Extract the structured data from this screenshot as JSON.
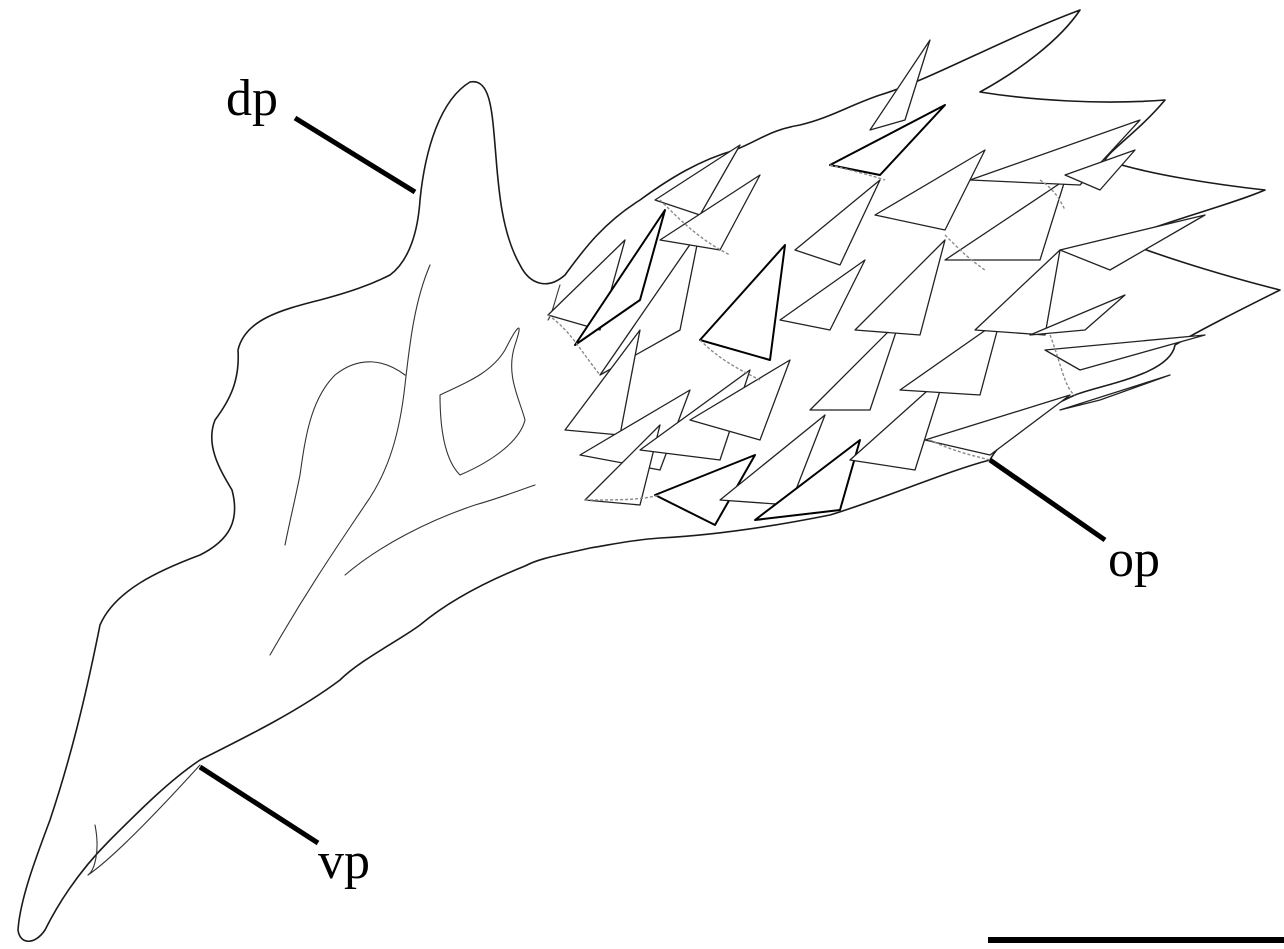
{
  "labels": {
    "dp": "dp",
    "op": "op",
    "vp": "vp"
  },
  "colors": {
    "background": "#ffffff",
    "line": "#000000"
  }
}
